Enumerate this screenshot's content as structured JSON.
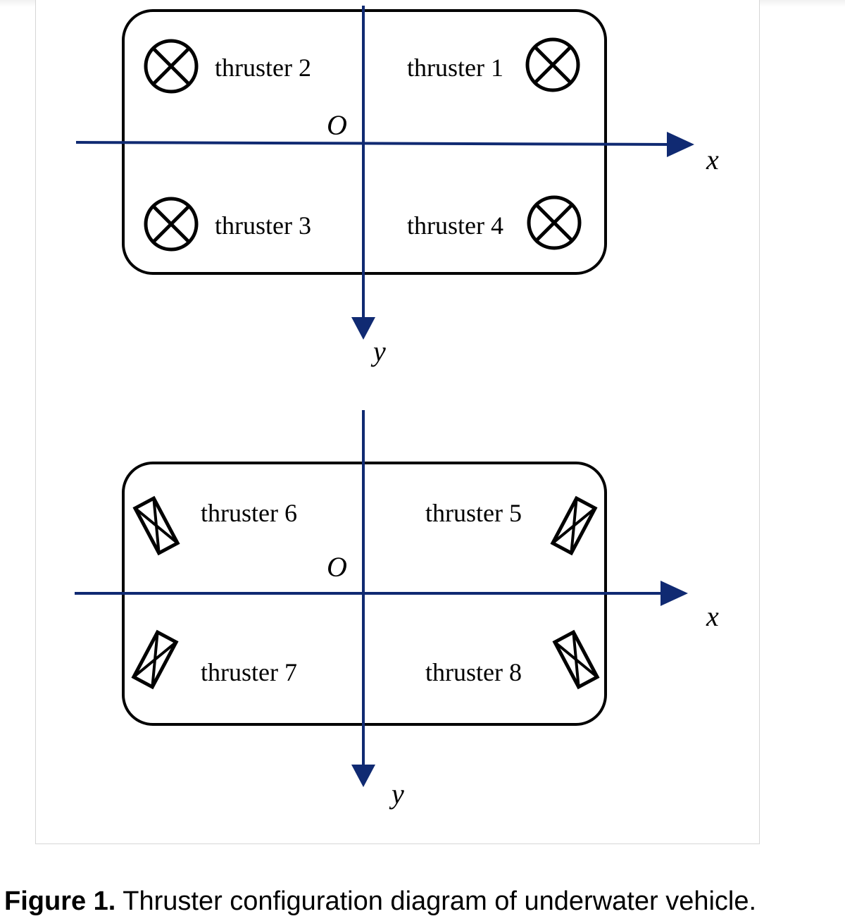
{
  "panels": [
    {
      "origin_label": "O",
      "x_axis_label": "x",
      "y_axis_label": "y",
      "thrusters": [
        {
          "label": "thruster 2",
          "symbol": "circle-cross-icon"
        },
        {
          "label": "thruster 1",
          "symbol": "circle-cross-icon"
        },
        {
          "label": "thruster 3",
          "symbol": "circle-cross-icon"
        },
        {
          "label": "thruster 4",
          "symbol": "circle-cross-icon"
        }
      ]
    },
    {
      "origin_label": "O",
      "x_axis_label": "x",
      "y_axis_label": "y",
      "thrusters": [
        {
          "label": "thruster 6",
          "symbol": "tilted-box-cross-icon"
        },
        {
          "label": "thruster 5",
          "symbol": "tilted-box-cross-icon"
        },
        {
          "label": "thruster 7",
          "symbol": "tilted-box-cross-icon"
        },
        {
          "label": "thruster 8",
          "symbol": "tilted-box-cross-icon"
        }
      ]
    }
  ],
  "caption": {
    "figure_number": "Figure 1.",
    "text": " Thruster configuration diagram of underwater vehicle."
  },
  "colors": {
    "axis": "#102a72",
    "outline": "#000000"
  }
}
